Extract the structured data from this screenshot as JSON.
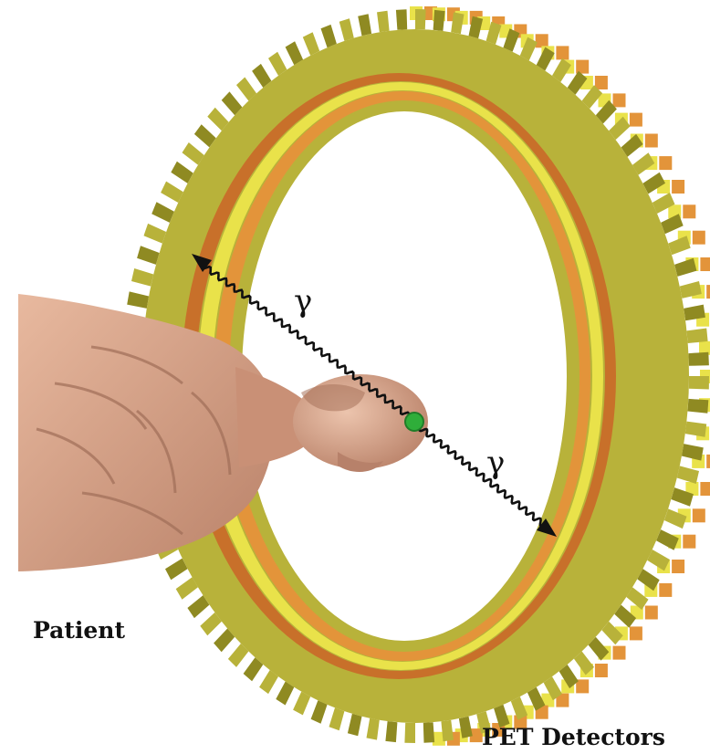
{
  "labels": {
    "patient": "Patient",
    "detectors": "PET Detectors",
    "gamma_upper": "γ",
    "gamma_lower": "γ"
  },
  "colors": {
    "ring_olive": "#b8b23a",
    "ring_olive_dark": "#8f8a22",
    "ring_yellow": "#e9e24a",
    "ring_orange": "#e3943a",
    "ring_orange_dark": "#c8702a",
    "skin": "#d9a488",
    "skin_shadow": "#b57e64",
    "annihilation_point": "#2fae3a",
    "photon_path": "#111111"
  },
  "icons": {
    "patient": "human-body-figure",
    "ring": "pet-detector-ring",
    "source": "annihilation-point",
    "photon": "gamma-ray-arrow"
  }
}
